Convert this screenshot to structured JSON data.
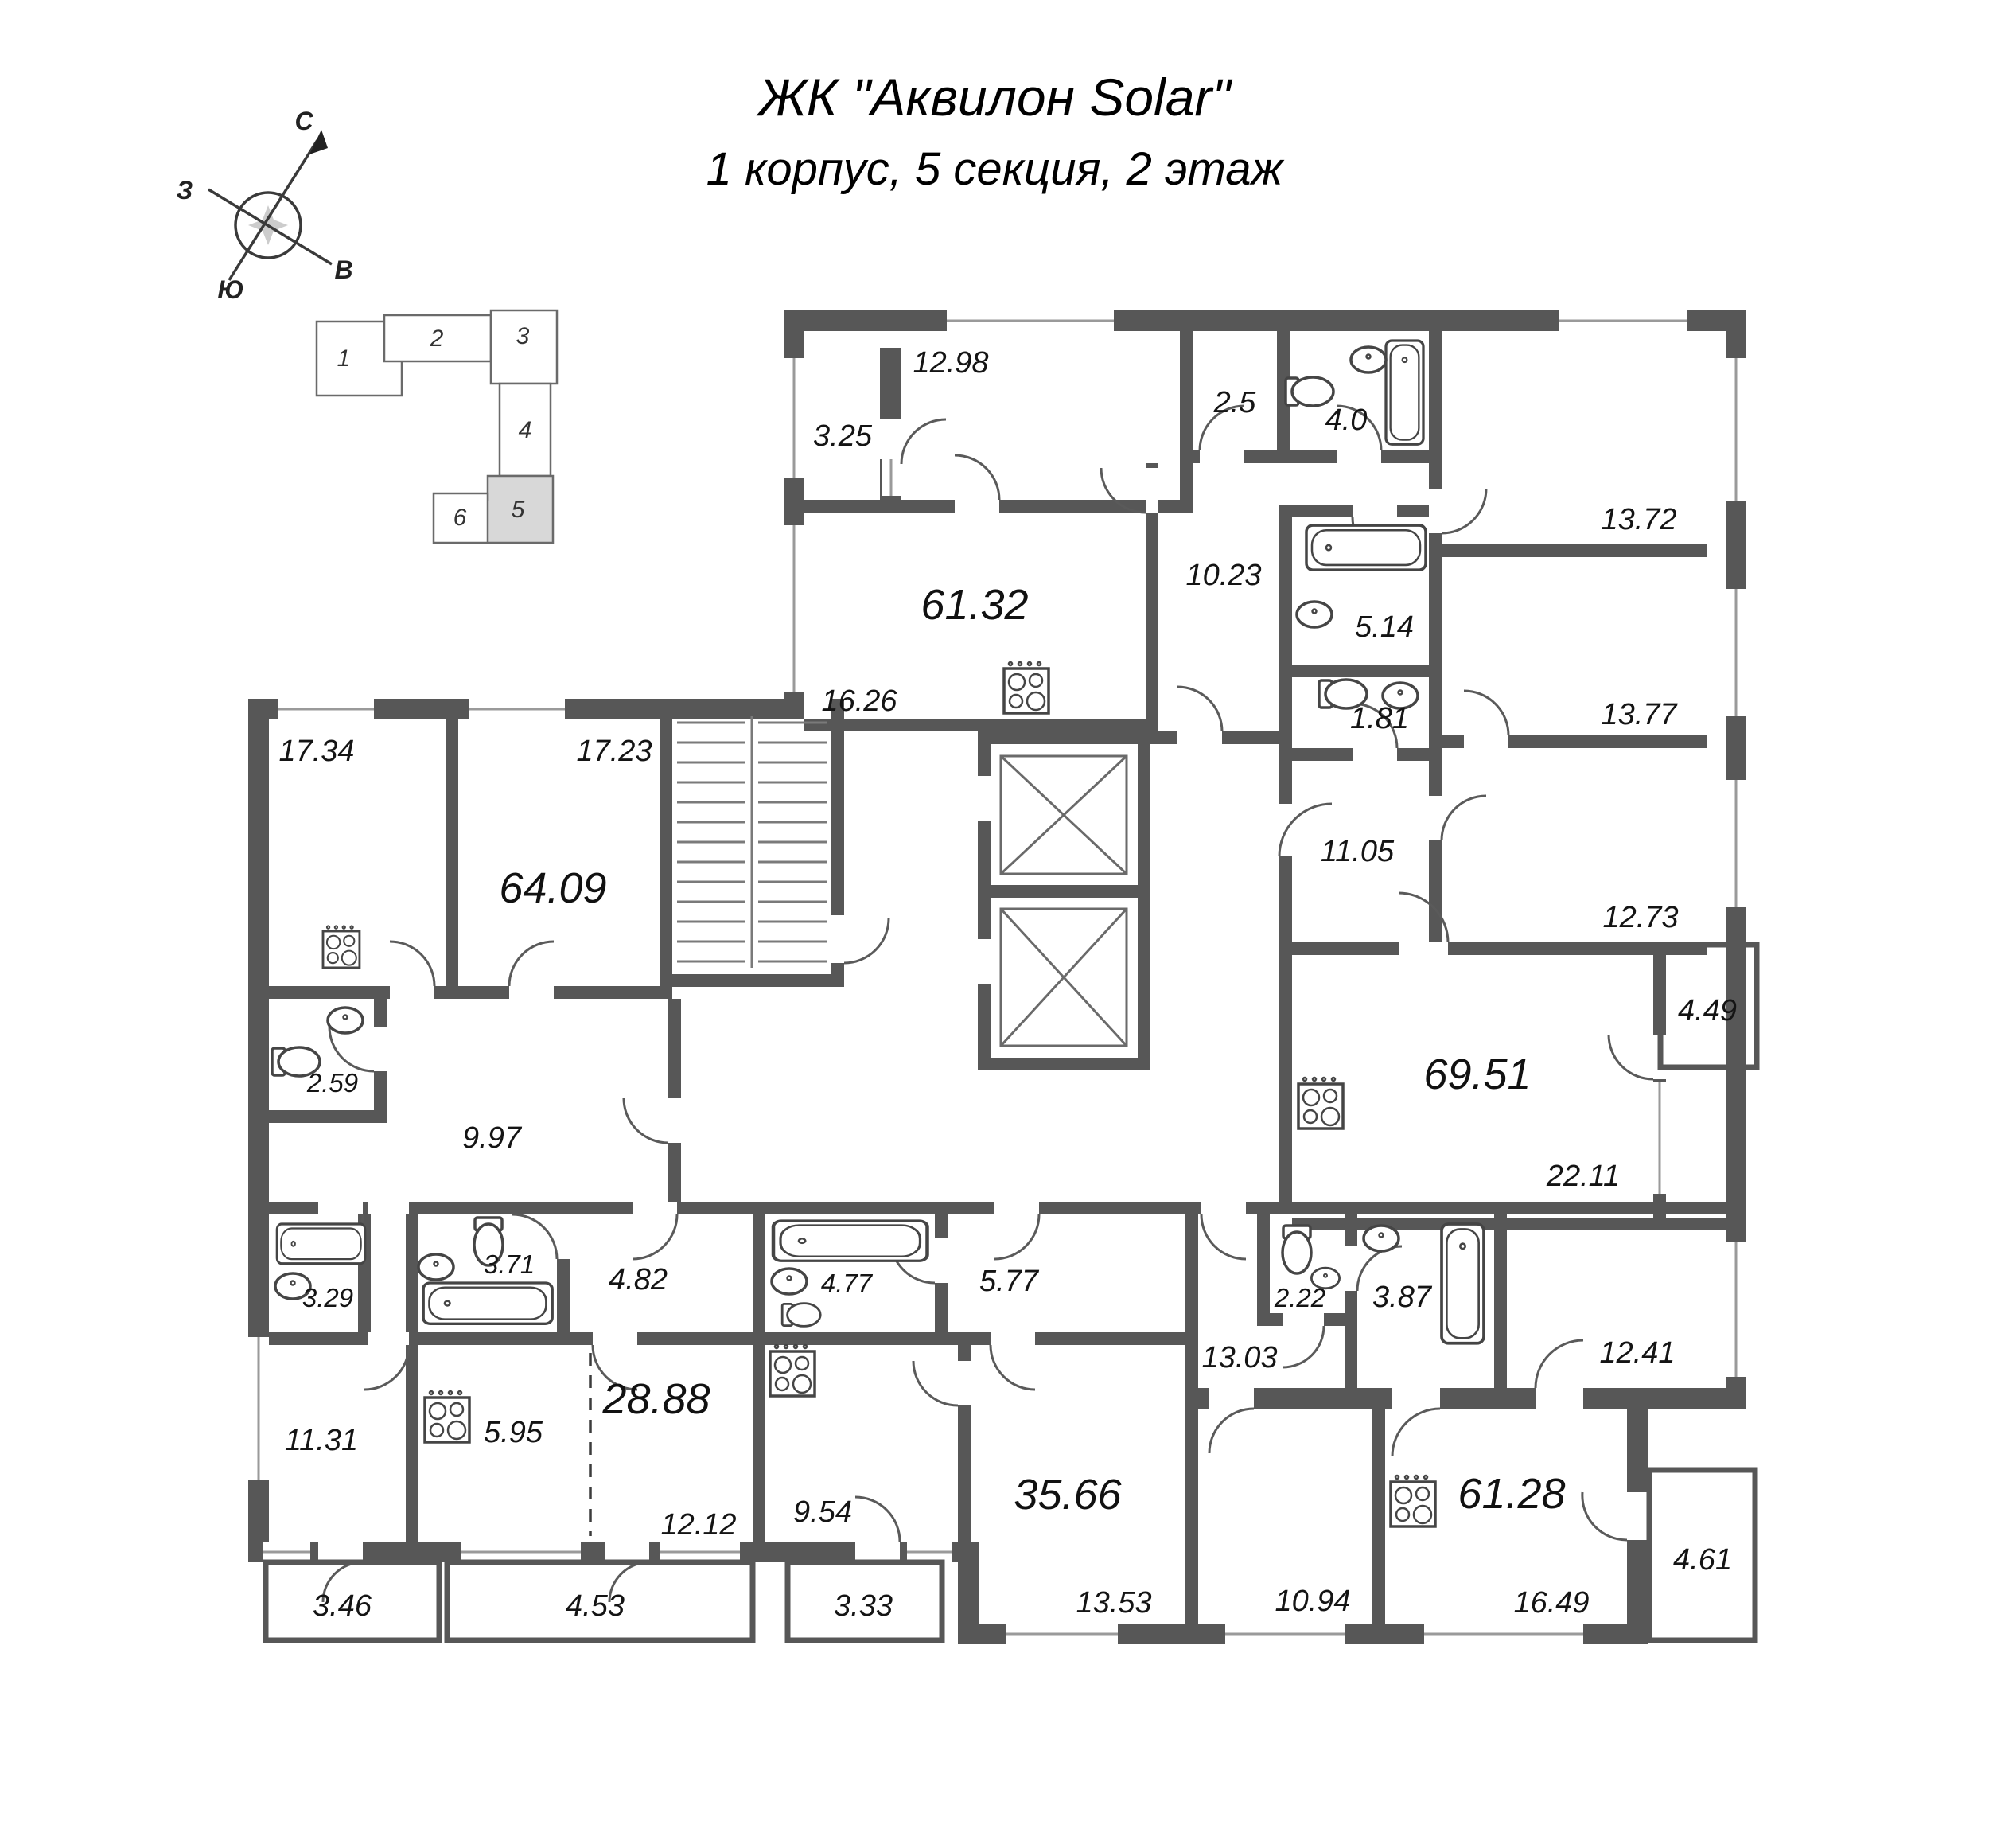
{
  "page": {
    "title_line1": "ЖК \"Аквилон Solar\"",
    "title_line2": "1 корпус, 5 секция, 2 этаж"
  },
  "compass": {
    "north": "С",
    "south": "Ю",
    "west": "З",
    "east": "В"
  },
  "key_plan": {
    "sections": [
      "1",
      "2",
      "3",
      "4",
      "5",
      "6"
    ],
    "highlighted_section": "5"
  },
  "colors": {
    "wall": "#575757",
    "highlight_section": "#d8d8d8",
    "paper": "#ffffff",
    "text": "#141414"
  },
  "areas": {
    "b3_25": "3.25",
    "r12_98": "12.98",
    "a61_32": "61.32",
    "k16_26": "16.26",
    "wc2_5": "2.5",
    "b4_0": "4.0",
    "h10_23": "10.23",
    "b5_14": "5.14",
    "wc1_81": "1.81",
    "r13_72": "13.72",
    "r13_77": "13.77",
    "h11_05": "11.05",
    "r12_73": "12.73",
    "a69_51": "69.51",
    "bc4_49": "4.49",
    "k22_11": "22.11",
    "wc2_22": "2.22",
    "b3_87": "3.87",
    "r12_41": "12.41",
    "a61_28": "61.28",
    "k16_49": "16.49",
    "bc4_61": "4.61",
    "r10_94": "10.94",
    "r17_34": "17.34",
    "r17_23": "17.23",
    "a64_09": "64.09",
    "wc2_59": "2.59",
    "h9_97": "9.97",
    "b3_29": "3.29",
    "b3_71": "3.71",
    "h4_82": "4.82",
    "r11_31": "11.31",
    "k5_95": "5.95",
    "a28_88": "28.88",
    "r12_12": "12.12",
    "bc3_46": "3.46",
    "bc4_53": "4.53",
    "b4_77": "4.77",
    "h5_77": "5.77",
    "h13_03": "13.03",
    "k9_54": "9.54",
    "a35_66": "35.66",
    "r13_53": "13.53",
    "bc3_33": "3.33"
  }
}
